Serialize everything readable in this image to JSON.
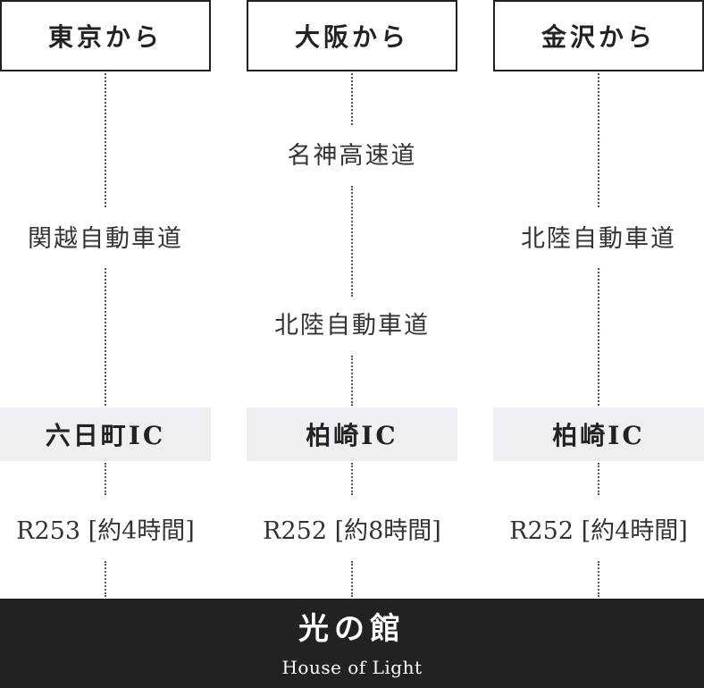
{
  "routes": [
    {
      "origin": "東京から",
      "roads": [
        "関越自動車道"
      ],
      "ic": "六日町IC",
      "route": "R253 [約4時間]"
    },
    {
      "origin": "大阪から",
      "roads": [
        "名神高速道",
        "北陸自動車道"
      ],
      "ic": "柏崎IC",
      "route": "R252 [約8時間]"
    },
    {
      "origin": "金沢から",
      "roads": [
        "北陸自動車道"
      ],
      "ic": "柏崎IC",
      "route": "R252 [約4時間]"
    }
  ],
  "destination": {
    "name": "光の館",
    "english": "House of Light"
  }
}
